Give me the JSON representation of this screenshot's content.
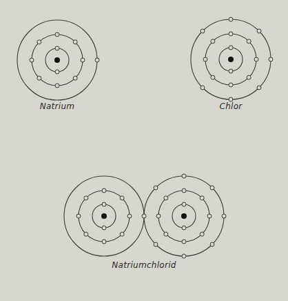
{
  "diagram": {
    "labels": [
      "Natrium",
      "Chlor",
      "Natriumchlorid"
    ]
  }
}
